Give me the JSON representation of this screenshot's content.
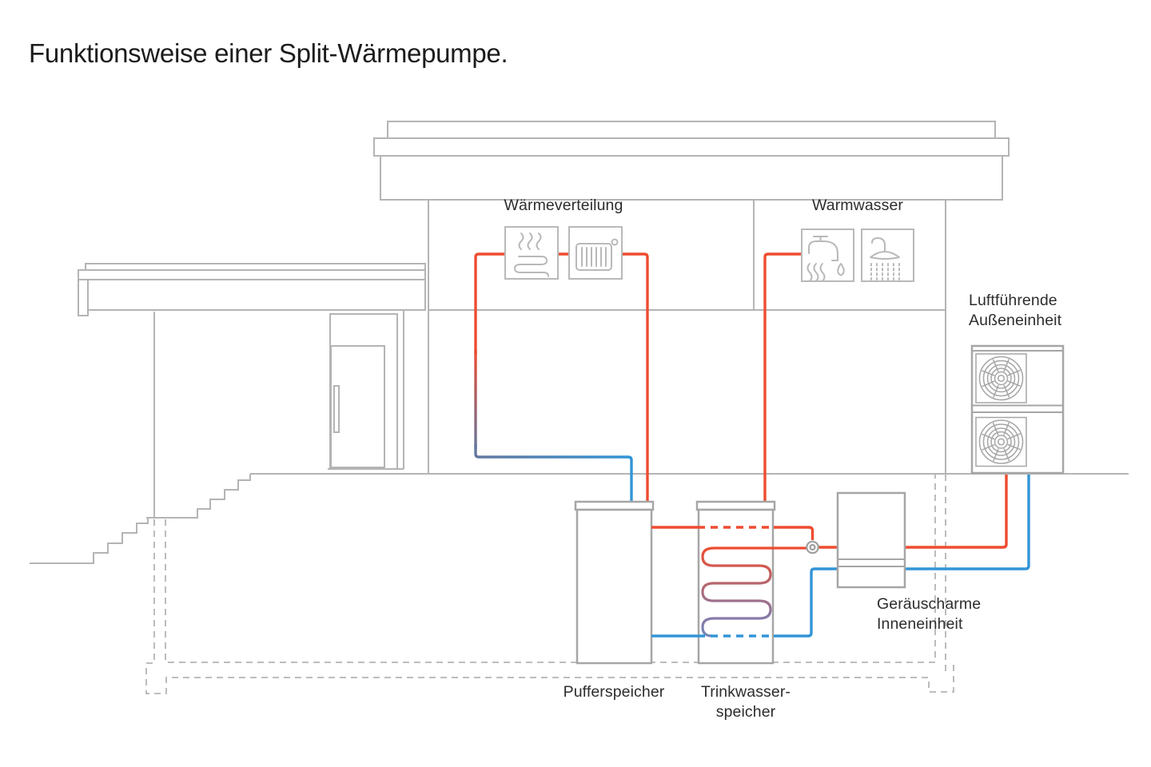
{
  "page": {
    "title": "Funktionsweise einer Split-Wärmepumpe.",
    "background": "#ffffff"
  },
  "diagram": {
    "labels": {
      "heat_distribution": "Wärmeverteilung",
      "hot_water": "Warmwasser",
      "outdoor_unit_line1": "Luftführende",
      "outdoor_unit_line2": "Außeneinheit",
      "indoor_unit_line1": "Geräuscharme",
      "indoor_unit_line2": "Inneneinheit",
      "buffer_tank": "Pufferspeicher",
      "dhw_tank_line1": "Trinkwasser-",
      "dhw_tank_line2": "speicher"
    },
    "icons": {
      "heat_distribution": [
        "underfloor-heating-icon",
        "radiator-icon"
      ],
      "hot_water": [
        "hot-tap-icon",
        "shower-icon"
      ],
      "outdoor_unit": "fan-icon",
      "hydraulics": "valve-icon"
    },
    "colors": {
      "hot": "#ee4c30",
      "cold": "#3295d7",
      "warm": "#64789f",
      "outline": "#b4b4b4",
      "unit": "#a6a6a6",
      "icon": "#b9b9b9",
      "text": "#2d2d2d"
    }
  }
}
